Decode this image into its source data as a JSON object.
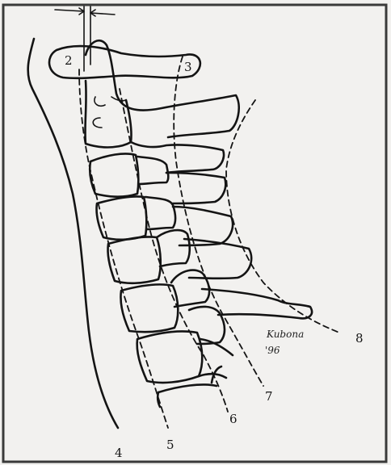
{
  "labels": {
    "l2": "2",
    "l3": "3",
    "l4": "4",
    "l5": "5",
    "l6": "6",
    "l7": "7",
    "l8": "8"
  },
  "signature": {
    "name": "Kubona",
    "year": "'96"
  },
  "colors": {
    "background": "#f2f1ef",
    "ink": "#141414",
    "frame": "#3a3a3a"
  }
}
